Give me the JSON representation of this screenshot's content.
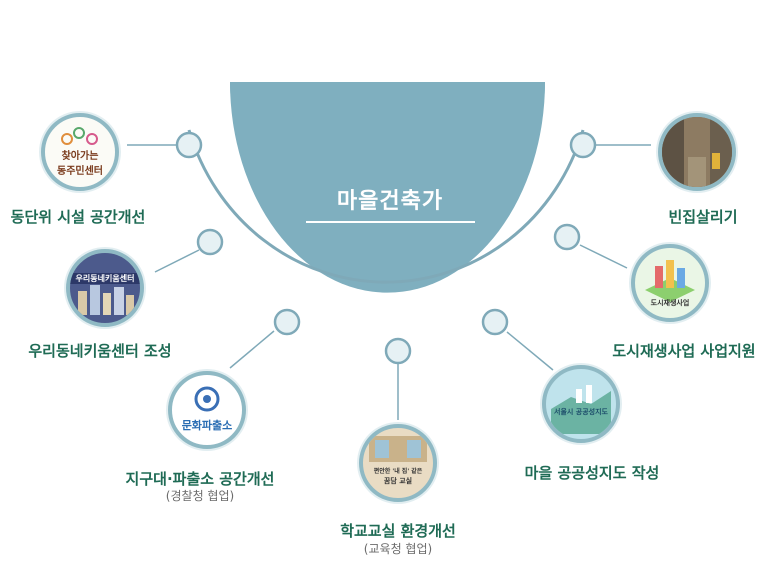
{
  "center": {
    "title": "마을건축가"
  },
  "items": [
    {
      "id": "community-center",
      "label": "동단위 시설 공간개선",
      "sub": "",
      "icon": "community-center-icon",
      "icon_text": [
        "찾아가는",
        "동주민센터"
      ]
    },
    {
      "id": "neighborhood-center",
      "label": "우리동네키움센터 조성",
      "sub": "",
      "icon": "kium-center-icon",
      "icon_text": [
        "우리동네키움센터"
      ]
    },
    {
      "id": "police-box",
      "label": "지구대·파출소 공간개선",
      "sub": "(경찰청 협업)",
      "icon": "police-box-icon",
      "icon_text": [
        "문화파출소"
      ]
    },
    {
      "id": "school-classroom",
      "label": "학교교실 환경개선",
      "sub": "(교육청 협업)",
      "icon": "classroom-icon",
      "icon_text": [
        "편안한 '내 집' 같은",
        "꿈담 교실"
      ]
    },
    {
      "id": "public-map",
      "label": "마을 공공성지도 작성",
      "sub": "",
      "icon": "public-map-icon",
      "icon_text": [
        "서울시 공공성지도"
      ]
    },
    {
      "id": "urban-regen",
      "label": "도시재생사업 사업지원",
      "sub": "",
      "icon": "urban-regeneration-icon",
      "icon_text": [
        "도시재생사업"
      ]
    },
    {
      "id": "vacant-house",
      "label": "빈집살리기",
      "sub": "",
      "icon": "vacant-house-icon",
      "icon_text": []
    }
  ],
  "colors": {
    "center_fill": "#7fafbf",
    "arc": "#7fa9b8",
    "node_fill": "#e6f1f4",
    "node_stroke": "#7fa9b8",
    "connector": "#7fa9b8",
    "label": "#1f6b55"
  }
}
